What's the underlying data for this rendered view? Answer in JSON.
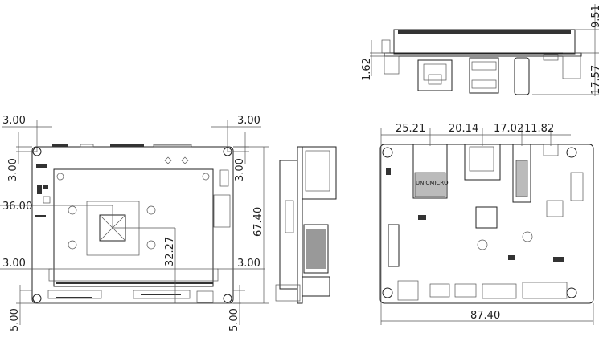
{
  "bottom_view": {
    "dim_top_left_h": "3.00",
    "dim_top_left_v": "3.00",
    "dim_cpu_x": "36.00",
    "dim_bottom_left_h": "3.00",
    "dim_bottom_left_v": "5.00",
    "dim_cpu_y": "32.27",
    "dim_top_right_h": "3.00",
    "dim_top_right_v": "3.00",
    "dim_bottom_right_h": "3.00",
    "dim_bottom_right_v": "5.00"
  },
  "side_view": {
    "dim_height": "67.40"
  },
  "front_view": {
    "dim_top": "9.51",
    "dim_pcb": "1.62",
    "dim_bottom": "17.57"
  },
  "top_view": {
    "dim_port1": "25.21",
    "dim_port2": "20.14",
    "dim_port3": "17.02",
    "dim_port4": "11.82",
    "dim_width": "87.40",
    "chip_label": "UNICMICRO"
  }
}
